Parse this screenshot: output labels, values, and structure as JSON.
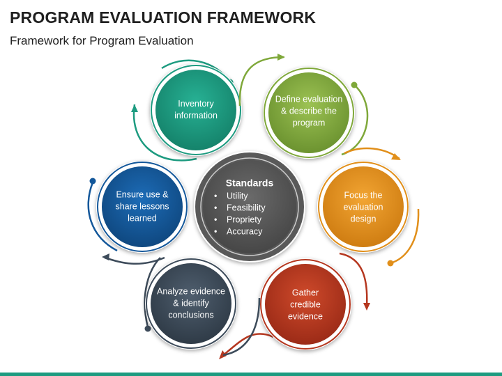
{
  "title": "PROGRAM EVALUATION FRAMEWORK",
  "subtitle": "Framework for Program Evaluation",
  "center": {
    "heading": "Standards",
    "items": [
      "Utility",
      "Feasibility",
      "Propriety",
      "Accuracy"
    ]
  },
  "nodes": [
    {
      "lines": [
        "Inventory",
        "information"
      ],
      "color": "#1d9b80"
    },
    {
      "lines": [
        "Define evaluation",
        "& describe the",
        "program"
      ],
      "color": "#7fa83a"
    },
    {
      "lines": [
        "Focus the",
        "evaluation",
        "design"
      ],
      "color": "#e18f1a"
    },
    {
      "lines": [
        "Gather",
        "credible",
        "evidence"
      ],
      "color": "#b5371f"
    },
    {
      "lines": [
        "Analyze evidence",
        "& identify",
        "conclusions"
      ],
      "color": "#3d4b5a"
    },
    {
      "lines": [
        "Ensure use &",
        "share lessons",
        "learned"
      ],
      "color": "#13579a"
    }
  ],
  "colors": {
    "center": "#595959",
    "bottom_bar": "#1d9b80"
  }
}
